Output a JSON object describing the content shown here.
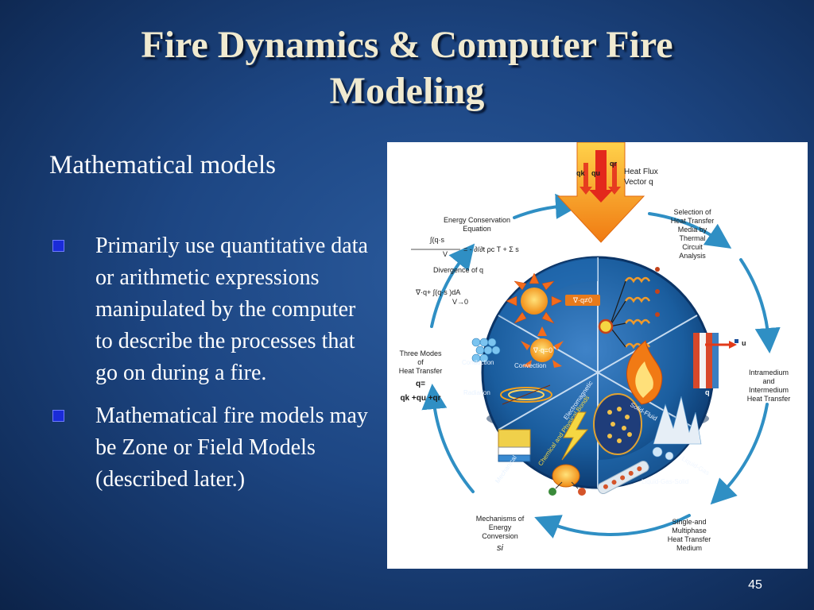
{
  "slide": {
    "title_line1": "Fire Dynamics & Computer Fire",
    "title_line2": "Modeling",
    "subtitle": "Mathematical models",
    "bullets": [
      "Primarily use quantitative data or arithmetic expressions manipulated by the computer to describe the processes that go on during a fire.",
      "Mathematical fire models may be Zone or Field Models (described later.)"
    ],
    "slide_number": "45"
  },
  "figure": {
    "heat_flux_line1": "Heat Flux",
    "heat_flux_line2": "Vector q",
    "arrow_qr": "qr",
    "arrow_qk": "qk",
    "arrow_qu": "qu",
    "energy_line1": "Energy Conservation",
    "energy_line2": "Equation",
    "divergence": "Divergence of q",
    "three_modes_line1": "Three Modes",
    "three_modes_line2": "of",
    "three_modes_line3": "Heat Transfer",
    "q_equals": "q=",
    "q_sum": "qk +qu +qr",
    "mechanisms_line1": "Mechanisms of",
    "mechanisms_line2": "Energy",
    "mechanisms_line3": "Conversion",
    "s_i": "si",
    "selection_line1": "Selection of",
    "selection_line2": "Heat Transfer",
    "selection_line3": "Media by",
    "selection_line4": "Thermal",
    "selection_line5": "Circuit",
    "selection_line6": "Analysis",
    "intramedium_line1": "Intramedium",
    "intramedium_line2": "and",
    "intramedium_line3": "Intermedium",
    "intramedium_line4": "Heat Transfer",
    "single_line1": "Single-and",
    "single_line2": "Multiphase",
    "single_line3": "Heat Transfer",
    "single_line4": "Medium",
    "conduction": "Conduction",
    "convection": "Convection",
    "radiation": "Radiation",
    "mechanical": "Mechanical",
    "chemical_bonds": "Chemical and Physical Bonds",
    "electromagnetic": "Electromagnetic",
    "solid_fluid": "Solid-Fluid",
    "liquid_gas": "Liquid-Gas",
    "liquid_gas_solid": "Liquid-Gas-Solid",
    "div_q_zero": "∇·q=0",
    "div_q_zero_small": "∇·q≠0",
    "u_label": "u",
    "q_label": "q"
  }
}
